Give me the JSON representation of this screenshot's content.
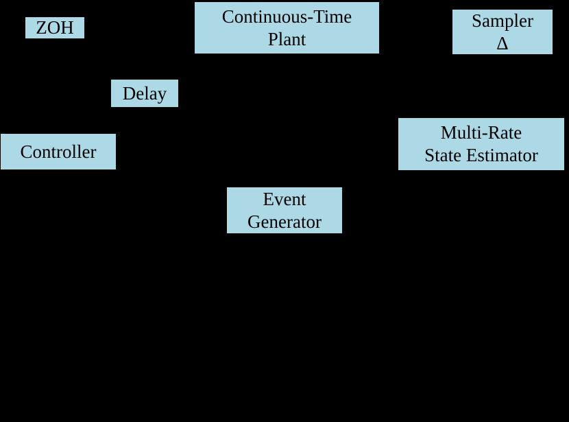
{
  "colors": {
    "background": "#000000",
    "block_fill": "#ADD8E6",
    "block_border": "#000000",
    "block_text": "#000000"
  },
  "blocks": {
    "zoh": {
      "label": "ZOH"
    },
    "plant": {
      "label": "Continuous-Time\nPlant"
    },
    "sampler": {
      "label": "Sampler\nΔ"
    },
    "delay": {
      "label": "Delay"
    },
    "controller": {
      "label": "Controller"
    },
    "estimator": {
      "label": "Multi-Rate\nState Estimator"
    },
    "event_generator": {
      "label": "Event\nGenerator"
    }
  }
}
